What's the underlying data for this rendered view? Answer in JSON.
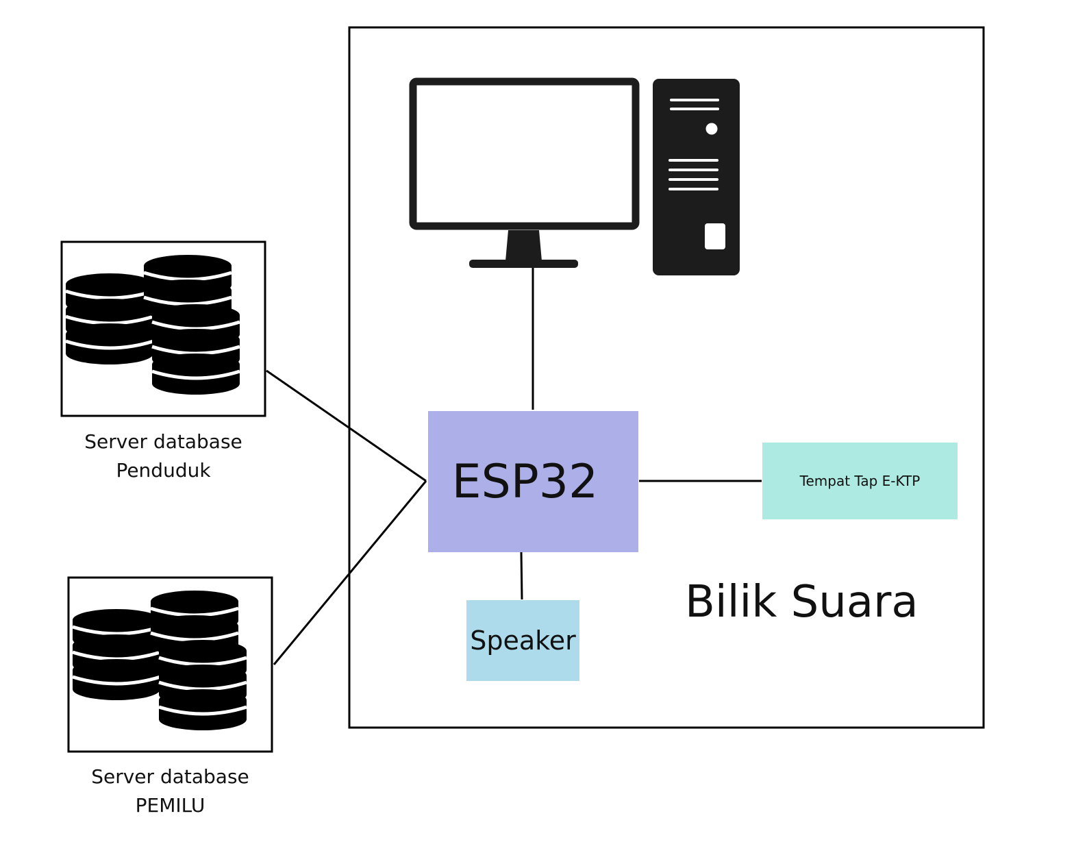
{
  "colors": {
    "stroke": "#000000",
    "icon_fill": "#1c1c1c",
    "esp32_fill": "#adb0e8",
    "tap_fill": "#adeae1",
    "speaker_fill": "#addbeb"
  },
  "nodes": {
    "esp32": {
      "label": "ESP32"
    },
    "tap": {
      "label": "Tempat Tap E-KTP"
    },
    "speaker": {
      "label": "Speaker"
    },
    "booth": {
      "label": "Bilik Suara"
    },
    "server_penduduk": {
      "line1": "Server database",
      "line2": "Penduduk",
      "icon": "database-stack-icon"
    },
    "server_pemilu": {
      "line1": "Server database",
      "line2": "PEMILU",
      "icon": "database-stack-icon"
    },
    "monitor": {
      "icon": "monitor-icon"
    },
    "cpu": {
      "icon": "computer-tower-icon"
    }
  }
}
